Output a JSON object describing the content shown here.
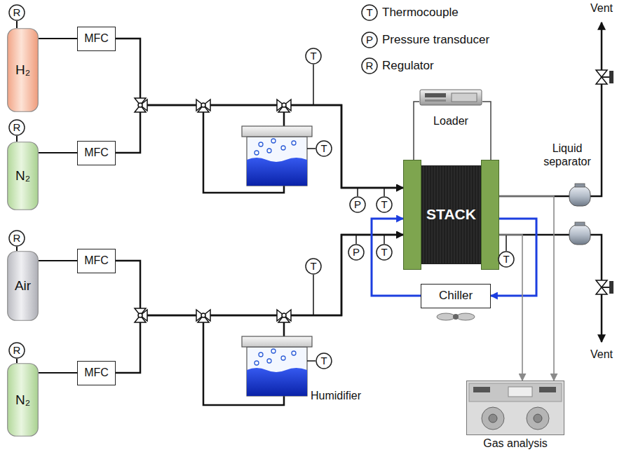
{
  "diagram": {
    "nodes": [
      {
        "text": [
          "R"
        ]
      },
      {
        "text": [
          "H₂"
        ]
      },
      {
        "text": [
          "MFC"
        ]
      },
      {
        "text": [
          "R"
        ]
      },
      {
        "text": [
          "N₂"
        ]
      },
      {
        "text": [
          "MFC"
        ]
      },
      {
        "text": [
          "R"
        ]
      },
      {
        "text": [
          "Air"
        ]
      },
      {
        "text": [
          "MFC"
        ]
      },
      {
        "text": [
          "R"
        ]
      },
      {
        "text": [
          "N₂"
        ]
      },
      {
        "text": [
          "MFC"
        ]
      },
      {
        "text": [
          "T"
        ]
      },
      {
        "text": [
          "T"
        ]
      },
      {
        "text": [
          "P"
        ]
      },
      {
        "text": [
          "T"
        ]
      },
      {
        "text": [
          "STACK"
        ]
      },
      {
        "text": [
          "Loader"
        ]
      },
      {
        "text": [
          "Chiller"
        ]
      },
      {
        "text": [
          "T"
        ]
      },
      {
        "text": [
          "T"
        ]
      },
      {
        "text": [
          "P"
        ]
      },
      {
        "text": [
          "T"
        ]
      },
      {
        "text": [
          "T"
        ]
      },
      {
        "text": [
          "Gas analysis"
        ]
      }
    ],
    "edges": [
      {
        "from": 0,
        "to": 1,
        "arrow": "none"
      },
      {
        "from": 1,
        "to": 2,
        "arrow": "none"
      },
      {
        "from": 3,
        "to": 4,
        "arrow": "none"
      },
      {
        "from": 4,
        "to": 5,
        "arrow": "none"
      },
      {
        "from": 6,
        "to": 7,
        "arrow": "none"
      },
      {
        "from": 7,
        "to": 8,
        "arrow": "none"
      },
      {
        "from": 9,
        "to": 10,
        "arrow": "none"
      },
      {
        "from": 10,
        "to": 11,
        "arrow": "none"
      },
      {
        "from": 2,
        "to": 16,
        "arrow": "to"
      },
      {
        "from": 5,
        "to": 16,
        "arrow": "to"
      },
      {
        "from": 8,
        "to": 16,
        "arrow": "to"
      },
      {
        "from": 11,
        "to": 16,
        "arrow": "to"
      },
      {
        "from": 16,
        "to": 18,
        "arrow": "to"
      },
      {
        "from": 18,
        "to": 16,
        "arrow": "to"
      },
      {
        "from": 16,
        "to": 24,
        "arrow": "to"
      },
      {
        "from": 16,
        "to": 24,
        "arrow": "to"
      },
      {
        "from": 17,
        "to": 16,
        "arrow": "none"
      },
      {
        "from": 17,
        "to": 16,
        "arrow": "none"
      }
    ],
    "labels": [
      "T",
      "P",
      "R",
      "Humidifier",
      "Liquid separator",
      "Vent",
      "Vent"
    ],
    "legend": [
      {
        "text": "Thermocouple"
      },
      {
        "text": "Pressure transducer"
      },
      {
        "text": "Regulator"
      }
    ]
  }
}
